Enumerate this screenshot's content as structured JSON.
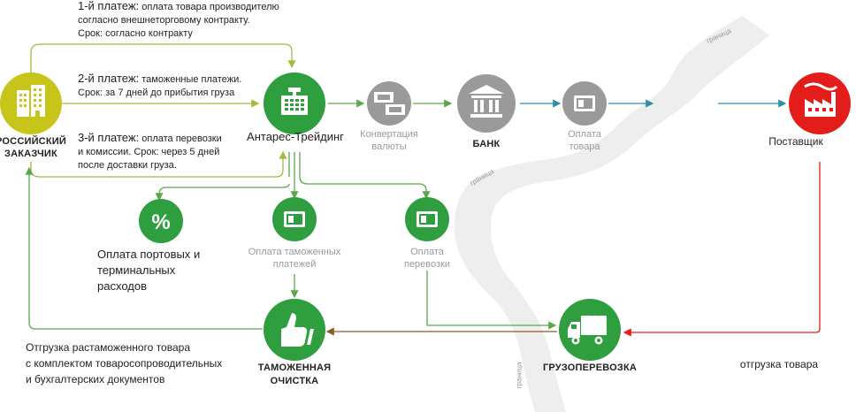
{
  "colors": {
    "green": "#2e9e3f",
    "grey": "#9a9a9a",
    "teal": "#2a8fa7",
    "red": "#e31e1a",
    "lime": "#c8c51a",
    "olive_line": "#a9b63f",
    "green_line": "#5aa84a"
  },
  "payments": {
    "p1_title": "1-й платеж:",
    "p1_text": " оплата товара производителю",
    "p1_line2": "согласно внешнеторговому контракту.",
    "p1_line3": "Срок: согласно контракту",
    "p2_title": "2-й платеж:",
    "p2_text": " таможенные платежи.",
    "p2_line2": "Срок: за 7 дней до прибытия груза",
    "p3_title": "3-й платеж:",
    "p3_text": " оплата перевозки",
    "p3_line2": "и комиссии. Срок: через 5 дней",
    "p3_line3": "после доставки груза."
  },
  "nodes": {
    "customer_line1": "РОССИЙСКИЙ",
    "customer_line2": "ЗАКАЗЧИК",
    "antares": "Антарес-Трейдинг",
    "conversion_line1": "Конвертация",
    "conversion_line2": "валюты",
    "bank": "БАНК",
    "goods_pay_line1": "Оплата",
    "goods_pay_line2": "товара",
    "supplier": "Поставщик",
    "port_line1": "Оплата портовых и",
    "port_line2": "терминальных",
    "port_line3": "расходов",
    "customs_pay_line1": "Оплата таможенных",
    "customs_pay_line2": "платежей",
    "transport_pay_line1": "Оплата",
    "transport_pay_line2": "перевозки",
    "customs_line1": "ТАМОЖЕННАЯ",
    "customs_line2": "ОЧИСТКА",
    "freight": "ГРУЗОПЕРЕВОЗКА",
    "shipment": "отгрузка товара",
    "delivery_line1": "Отгрузка растаможенного товара",
    "delivery_line2": "с комплектом товаросопроводительных",
    "delivery_line3": "и бухгалтерских документов"
  },
  "border": {
    "label": "граница"
  },
  "icons": {
    "customer": "building-icon",
    "antares": "cash-register-icon",
    "conversion": "currency-exchange-icon",
    "bank": "bank-icon",
    "goods_pay": "banknote-icon",
    "supplier": "factory-icon",
    "port": "percent-icon",
    "customs_pay": "banknote-icon",
    "transport_pay": "banknote-icon",
    "customs": "thumbs-up-icon",
    "freight": "truck-icon"
  }
}
